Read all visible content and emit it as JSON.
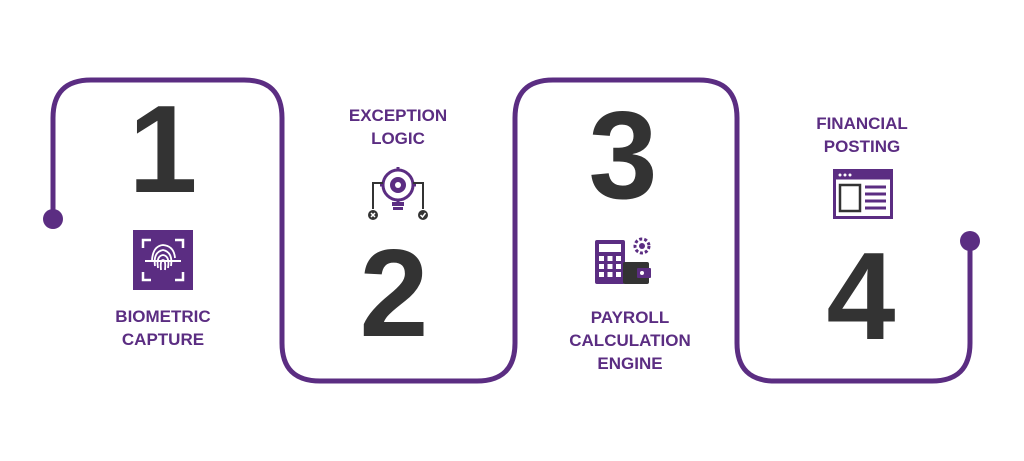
{
  "colors": {
    "accent": "#5b2d82",
    "number": "#333333",
    "background": "#ffffff"
  },
  "steps": [
    {
      "number": "1",
      "label_lines": [
        "BIOMETRIC",
        "CAPTURE"
      ],
      "icon": "fingerprint-scan-icon"
    },
    {
      "number": "2",
      "label_lines": [
        "EXCEPTION",
        "LOGIC"
      ],
      "icon": "lightbulb-gear-decision-icon"
    },
    {
      "number": "3",
      "label_lines": [
        "PAYROLL",
        "CALCULATION",
        "ENGINE"
      ],
      "icon": "calculator-wallet-gear-icon"
    },
    {
      "number": "4",
      "label_lines": [
        "FINANCIAL",
        "POSTING"
      ],
      "icon": "browser-window-icon"
    }
  ]
}
